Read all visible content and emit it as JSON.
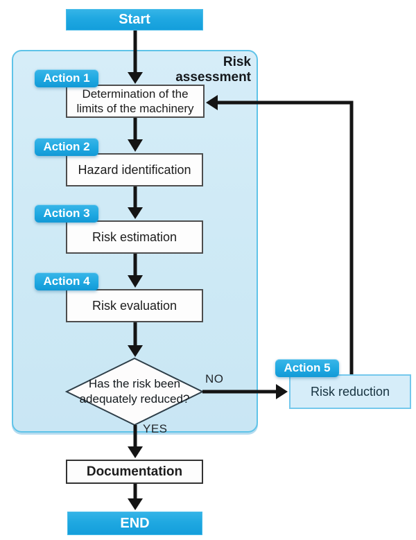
{
  "flowchart": {
    "section_title": "Risk assessment",
    "start_label": "Start",
    "end_label": "END",
    "documentation_label": "Documentation",
    "decision": {
      "line1": "Has the risk been",
      "line2": "adequately reduced?"
    },
    "yes_label": "YES",
    "no_label": "NO",
    "steps": [
      {
        "badge": "Action 1",
        "label": "Determination of the limits of the machinery"
      },
      {
        "badge": "Action 2",
        "label": "Hazard identification"
      },
      {
        "badge": "Action 3",
        "label": "Risk estimation"
      },
      {
        "badge": "Action 4",
        "label": "Risk evaluation"
      },
      {
        "badge": "Action 5",
        "label": "Risk reduction"
      }
    ],
    "colors": {
      "accent": "#1fa8e1",
      "container_fill": "#cde9f5",
      "container_border": "#5fc3e8",
      "process_border": "#4d4d4d",
      "arrow": "#141414"
    }
  }
}
